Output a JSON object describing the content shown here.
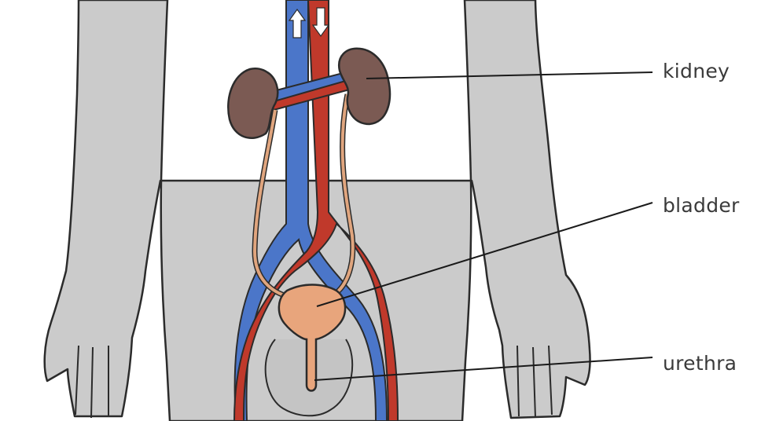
{
  "labels": {
    "kidney": "kidney",
    "bladder": "bladder",
    "urethra": "urethra"
  },
  "colors": {
    "body": "#cbcbcb",
    "outline": "#2b2b2b",
    "vein": "#4b76c9",
    "artery": "#c0392b",
    "kidney": "#7b5a53",
    "ureter": "#e0a57e",
    "bladder": "#e8a57c"
  }
}
